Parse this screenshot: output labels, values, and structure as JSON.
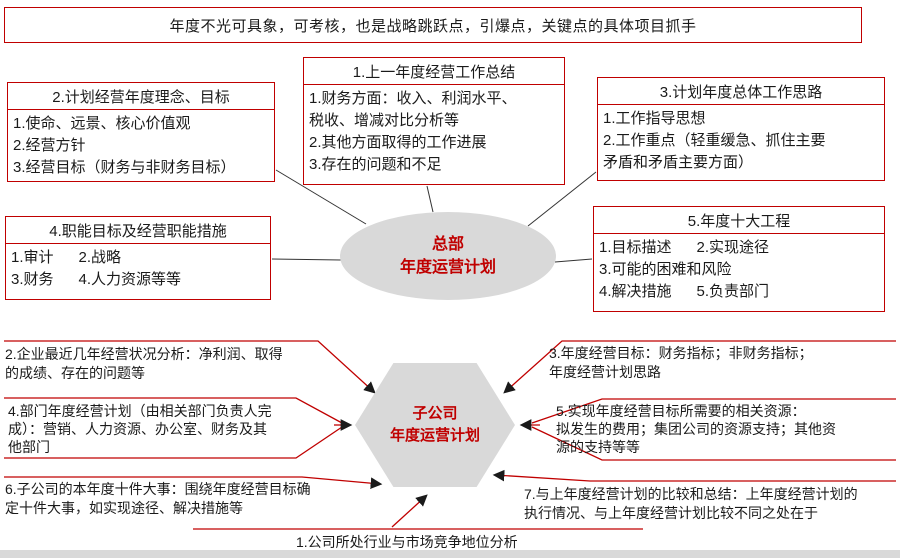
{
  "colors": {
    "accent": "#c00000",
    "shape_fill": "#d9d9d9",
    "line": "#333333",
    "arrow": "#1a1a1a"
  },
  "banner": {
    "text": "年度不光可具象，可考核，也是战略跳跃点，引爆点，关键点的具体项目抓手"
  },
  "hq_section": {
    "center": {
      "line1": "总部",
      "line2": "年度运营计划"
    },
    "boxes": [
      {
        "title": "1.上一年度经营工作总结",
        "body": "1.财务方面：收入、利润水平、\n税收、增减对比分析等\n2.其他方面取得的工作进展\n3.存在的问题和不足"
      },
      {
        "title": "2.计划经营年度理念、目标",
        "body": "1.使命、远景、核心价值观\n2.经营方针\n3.经营目标（财务与非财务目标）"
      },
      {
        "title": "3.计划年度总体工作思路",
        "body": "1.工作指导思想\n2.工作重点（轻重缓急、抓住主要\n矛盾和矛盾主要方面）"
      },
      {
        "title": "4.职能目标及经营职能措施",
        "body": "1.审计      2.战略\n3.财务      4.人力资源等等"
      },
      {
        "title": "5.年度十大工程",
        "body": "1.目标描述      2.实现途径\n3.可能的困难和风险\n4.解决措施      5.负责部门"
      }
    ]
  },
  "sub_section": {
    "center": {
      "line1": "子公司",
      "line2": "年度运营计划"
    },
    "notes": {
      "left_top": "2.企业最近几年经营状况分析：净利润、取得\n的成绩、存在的问题等",
      "left_mid": "4.部门年度经营计划（由相关部门负责人完\n成）：营销、人力资源、办公室、财务及其\n他部门",
      "left_bottom": "6.子公司的本年度十件大事：围绕年度经营目标确\n定十件大事，如实现途径、解决措施等",
      "right_top": "3.年度经营目标：财务指标；非财务指标；\n年度经营计划思路",
      "right_mid": "5.实现年度经营目标所需要的相关资源：\n拟发生的费用；集团公司的资源支持；其他资\n源的支持等等",
      "right_bottom": "7.与上年度经营计划的比较和总结：上年度经营计划的\n执行情况、与上年度经营计划比较不同之处在于",
      "bottom": "1.公司所处行业与市场竞争地位分析"
    }
  }
}
